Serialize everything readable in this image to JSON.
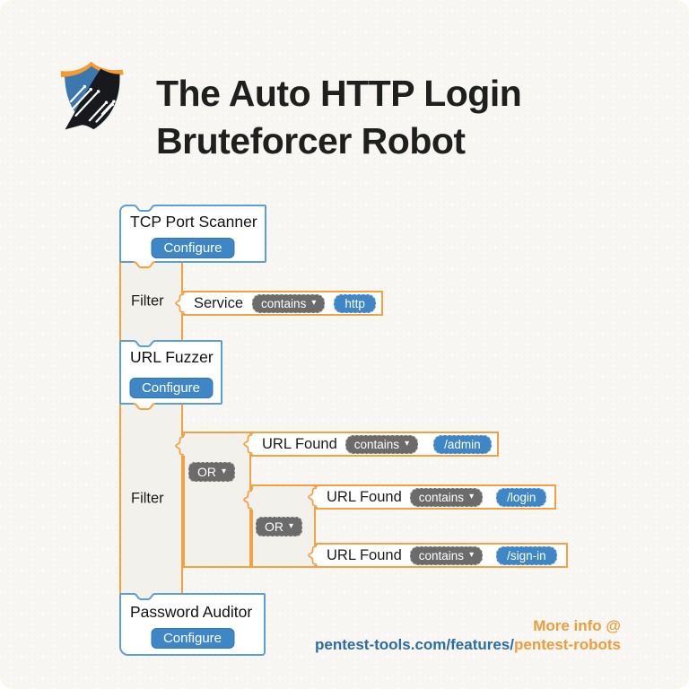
{
  "title": {
    "line1": "The Auto HTTP Login",
    "line2": "Bruteforcer Robot"
  },
  "icons": {
    "dropdown_arrow": "▾",
    "logo": "pentest-tools-shield"
  },
  "blocks": {
    "tcp_port_scanner": {
      "title": "TCP Port Scanner",
      "configure": "Configure"
    },
    "filter_http": {
      "label": "Filter",
      "condition": {
        "field": "Service",
        "operator": "contains",
        "value": "http"
      }
    },
    "url_fuzzer": {
      "title": "URL Fuzzer",
      "configure": "Configure"
    },
    "filter_urls": {
      "label": "Filter",
      "or_outer": "OR",
      "or_inner": "OR",
      "conditions": {
        "admin": {
          "field": "URL Found",
          "operator": "contains",
          "value": "/admin"
        },
        "login": {
          "field": "URL Found",
          "operator": "contains",
          "value": "/login"
        },
        "signin": {
          "field": "URL Found",
          "operator": "contains",
          "value": "/sign-in"
        }
      }
    },
    "password_auditor": {
      "title": "Password Auditor",
      "configure": "Configure"
    }
  },
  "footer": {
    "more_info": "More info @",
    "url_prefix": "pentest-tools.com/features/",
    "url_highlight": "pentest-robots"
  },
  "colors": {
    "tool_block_border": "#5b9fd6",
    "button_blue": "#3e86c6",
    "filter_border": "#f5a142",
    "filter_bg": "#f2f1ec",
    "pill_gray": "#6b6b6b",
    "footer_blue": "#2e6ca5",
    "footer_orange": "#ef9c3c",
    "page_bg": "#f8f7f4"
  }
}
